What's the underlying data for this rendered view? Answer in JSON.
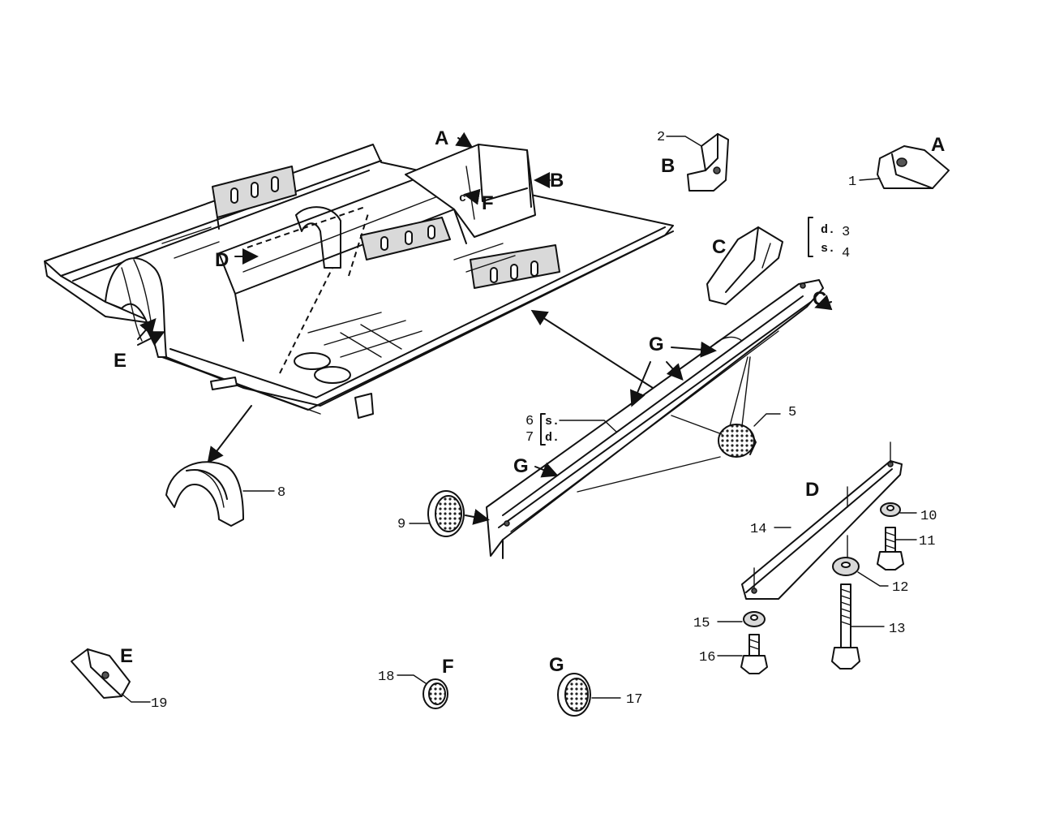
{
  "letters": {
    "a_main": "A",
    "a_part": "A",
    "b_main": "B",
    "b_part": "B",
    "c_main": "C",
    "c_part": "C",
    "d_main": "D",
    "d_part": "D",
    "e_main": "E",
    "e_part": "E",
    "f_main": "F",
    "f_part": "F",
    "g_main": "G",
    "g_left": "G",
    "g_part": "G",
    "f_small": "c"
  },
  "numbers": {
    "n1": "1",
    "n2": "2",
    "n3": "3",
    "n4": "4",
    "n5": "5",
    "n6": "6",
    "n7": "7",
    "n8": "8",
    "n9": "9",
    "n10": "10",
    "n11": "11",
    "n12": "12",
    "n13": "13",
    "n14": "14",
    "n15": "15",
    "n16": "16",
    "n17": "17",
    "n18": "18",
    "n19": "19"
  },
  "side_marks": {
    "c_d": "d.",
    "c_s": "s.",
    "g_s": "s.",
    "g_d": "d."
  }
}
